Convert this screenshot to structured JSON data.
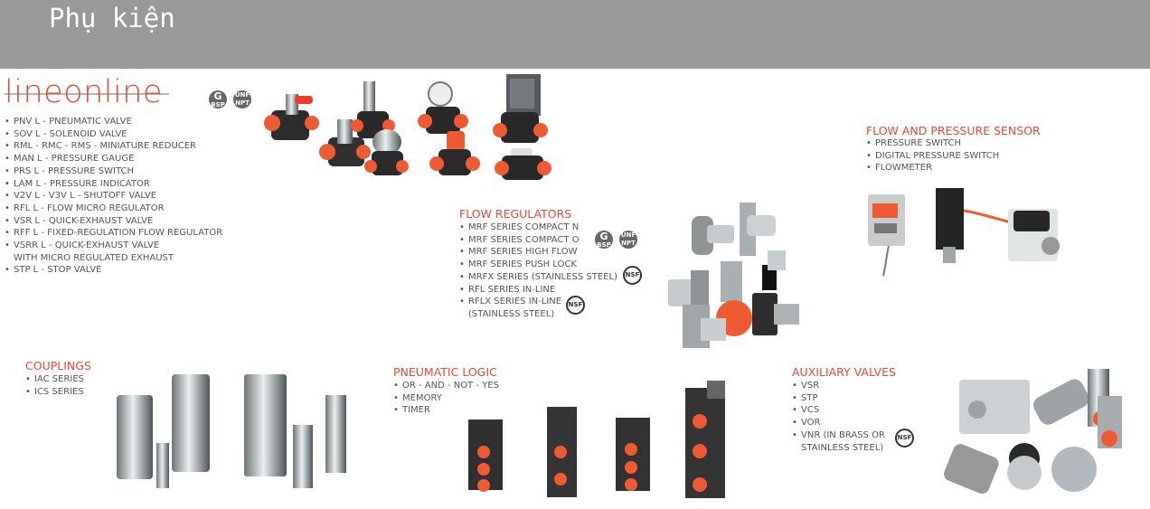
{
  "header": {
    "title": "Phụ kiện"
  },
  "lineonline": {
    "logo_text": "lineonline",
    "items": [
      "PNV L - PNEUMATIC VALVE",
      "SOV L - SOLENOID VALVE",
      "RML - RMC - RMS - MINIATURE REDUCER",
      "MAN L - PRESSURE GAUGE",
      "PRS L - PRESSURE SWITCH",
      "LAM L - PRESSURE INDICATOR",
      "V2V L - V3V L - SHUTOFF VALVE",
      "RFL L - FLOW MICRO REGULATOR",
      "VSR L - QUICK-EXHAUST VALVE",
      "RFF L - FIXED-REGULATION FLOW REGULATOR",
      "VSRR L - QUICK-EXHAUST VALVE",
      "WITH MICRO REGULATED EXHAUST",
      "STP L - STOP VALVE"
    ],
    "badge_g": "G",
    "badge_g_sub": "BSP",
    "badge_unf": "UNF",
    "badge_unf_sub": "NPT"
  },
  "flow_pressure_sensor": {
    "title": "FLOW AND PRESSURE SENSOR",
    "items": [
      "PRESSURE SWITCH",
      "DIGITAL PRESSURE SWITCH",
      "FLOWMETER"
    ]
  },
  "flow_regulators": {
    "title": "FLOW REGULATORS",
    "items": [
      "MRF SERIES COMPACT N",
      "MRF SERIES COMPACT O",
      "MRF SERIES HIGH FLOW",
      "MRF SERIES PUSH LOCK",
      "MRFX SERIES (STAINLESS STEEL)",
      "RFL SERIES IN-LINE",
      "RFLX SERIES IN-LINE",
      "(STAINLESS STEEL)"
    ],
    "badge_g": "G",
    "badge_g_sub": "BSP",
    "badge_unf": "UNF",
    "badge_unf_sub": "NPT",
    "nsf": "NSF"
  },
  "couplings": {
    "title": "COUPLINGS",
    "items": [
      "IAC SERIES",
      "ICS SERIES"
    ]
  },
  "pneumatic_logic": {
    "title": "PNEUMATIC LOGIC",
    "items": [
      "OR - AND - NOT - YES",
      "MEMORY",
      "TIMER"
    ]
  },
  "auxiliary_valves": {
    "title": "AUXILIARY VALVES",
    "items": [
      "VSR",
      "STP",
      "VCS",
      "VOR",
      "VNR (IN BRASS OR",
      "STAINLESS STEEL)"
    ],
    "nsf": "NSF"
  }
}
